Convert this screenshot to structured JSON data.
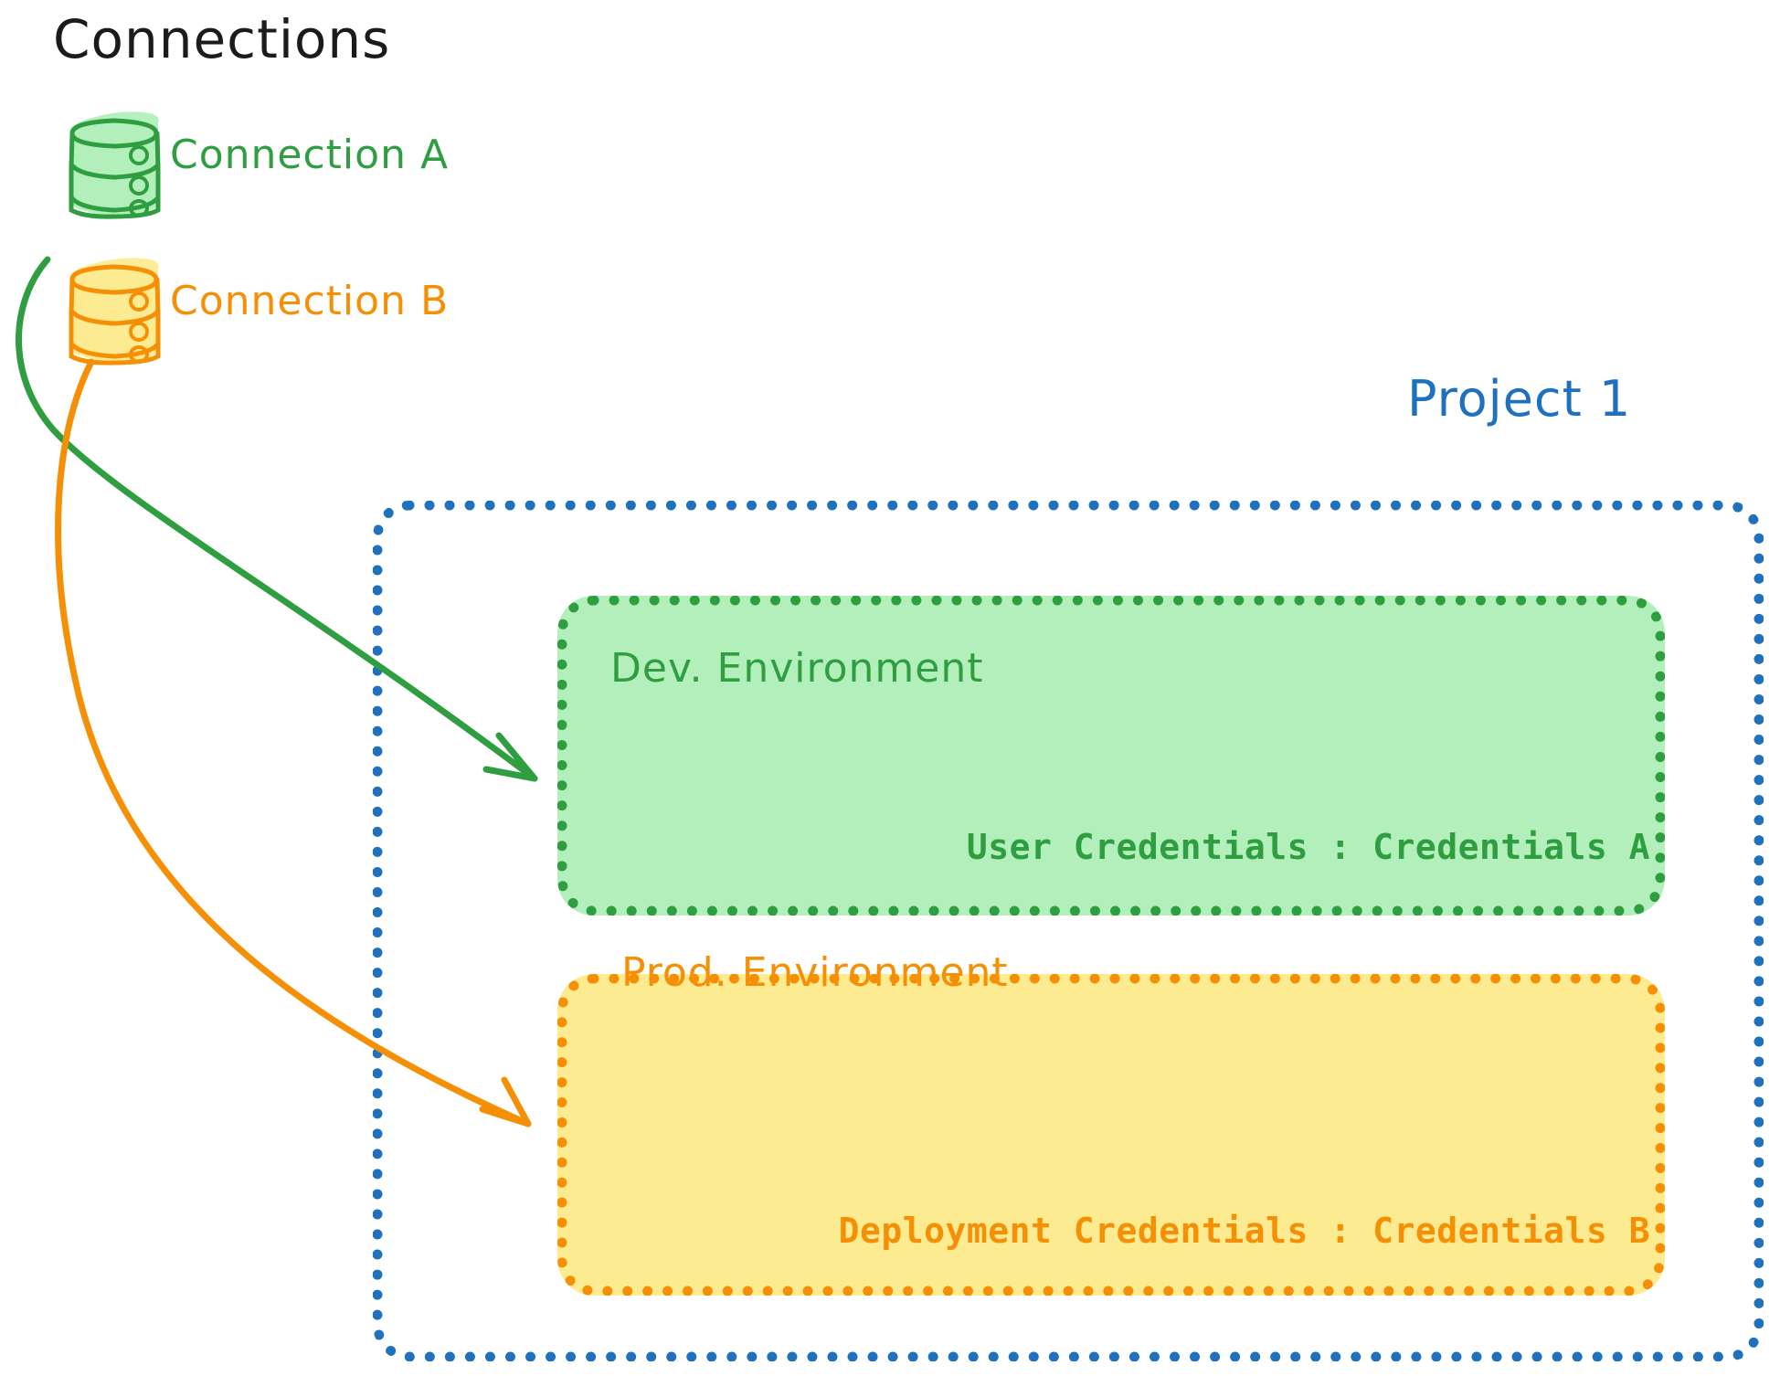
{
  "diagram": {
    "title": "Connections",
    "background_color": "#ffffff",
    "style": "hand-drawn sketch"
  },
  "connections": {
    "heading": "Connections",
    "items": [
      {
        "id": "connection-a",
        "label": "Connection A",
        "icon": "database-cylinder-icon",
        "color": "#2f9e41",
        "fill": "#b2efba"
      },
      {
        "id": "connection-b",
        "label": "Connection B",
        "icon": "database-cylinder-icon",
        "color": "#f59006",
        "fill": "#fdeb92"
      }
    ]
  },
  "project": {
    "label": "Project 1",
    "color": "#1f71be",
    "border_style": "dotted",
    "environments": [
      {
        "id": "dev-environment",
        "title": "Dev. Environment",
        "credentials_text": "User Credentials : Credentials A",
        "credentials_key": "User Credentials",
        "credentials_value": "Credentials A",
        "color": "#2f9e41",
        "fill": "#b2efba"
      },
      {
        "id": "prod-environment",
        "title": "Prod. Environment",
        "credentials_text": "Deployment Credentials : Credentials B",
        "credentials_key": "Deployment Credentials",
        "credentials_value": "Credentials B",
        "color": "#f59006",
        "fill": "#fdeb92"
      }
    ]
  },
  "arrows": [
    {
      "id": "arrow-connection-a-to-dev",
      "from": "connection-a",
      "to": "dev-environment",
      "color": "#2f9e41"
    },
    {
      "id": "arrow-connection-b-to-prod",
      "from": "connection-b",
      "to": "prod-environment",
      "color": "#f59006"
    }
  ],
  "colors": {
    "green_stroke": "#2f9e41",
    "green_fill": "#b2efba",
    "orange_stroke": "#f59006",
    "orange_fill": "#fdeb92",
    "blue_stroke": "#1f71be",
    "black_text": "#1b1b1b"
  }
}
